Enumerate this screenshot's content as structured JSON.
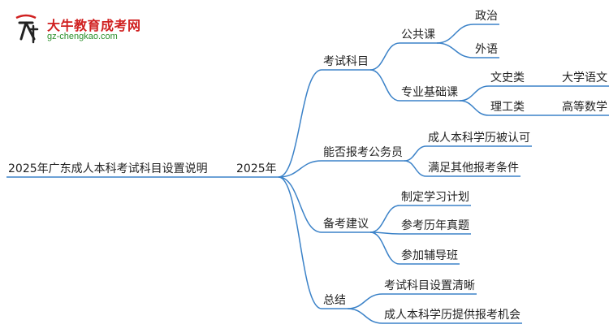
{
  "brand": {
    "name": "大牛教育成考网",
    "url": "gz-chengkao.com",
    "colors": {
      "name": "#d02020",
      "url": "#2a8f2a",
      "connector": "#3b82c8"
    }
  },
  "mindmap": {
    "root": "2025年广东成人本科考试科目设置说明",
    "year": "2025年",
    "branches": [
      {
        "label": "考试科目",
        "children": [
          {
            "label": "公共课",
            "children": [
              {
                "label": "政治"
              },
              {
                "label": "外语"
              }
            ]
          },
          {
            "label": "专业基础课",
            "children": [
              {
                "label": "文史类",
                "children": [
                  {
                    "label": "大学语文"
                  }
                ]
              },
              {
                "label": "理工类",
                "children": [
                  {
                    "label": "高等数学"
                  }
                ]
              }
            ]
          }
        ]
      },
      {
        "label": "能否报考公务员",
        "children": [
          {
            "label": "成人本科学历被认可"
          },
          {
            "label": "满足其他报考条件"
          }
        ]
      },
      {
        "label": "备考建议",
        "children": [
          {
            "label": "制定学习计划"
          },
          {
            "label": "参考历年真题"
          },
          {
            "label": "参加辅导班"
          }
        ]
      },
      {
        "label": "总结",
        "children": [
          {
            "label": "考试科目设置清晰"
          },
          {
            "label": "成人本科学历提供报考机会"
          }
        ]
      }
    ]
  }
}
